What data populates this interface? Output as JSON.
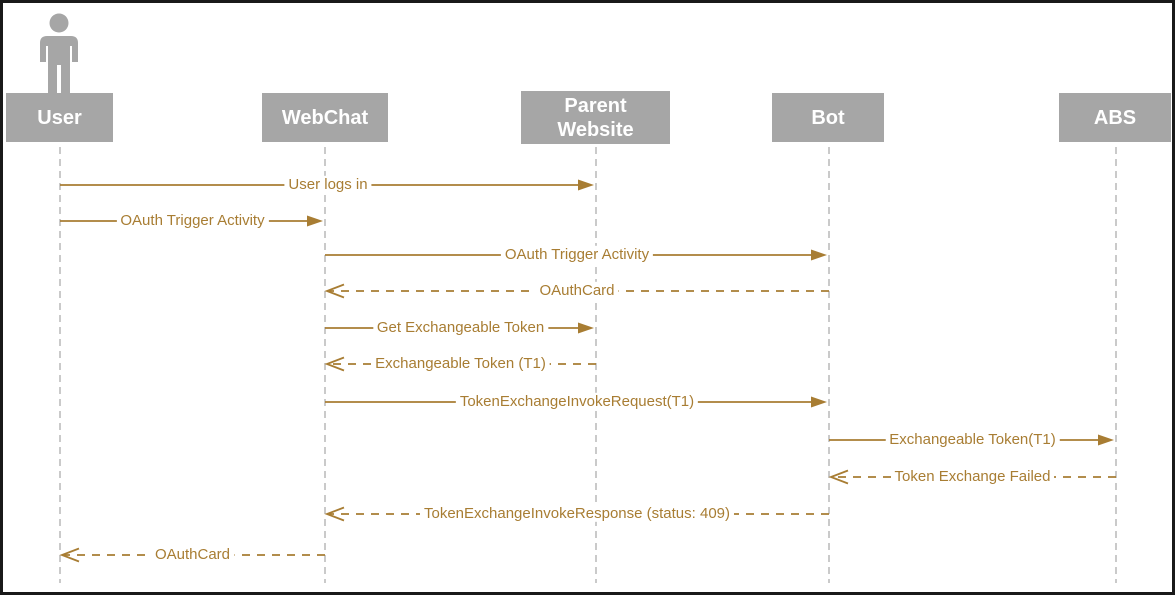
{
  "colors": {
    "arrow": "#a87d33",
    "actor_box": "#a6a6a6",
    "actor_text": "#ffffff",
    "lifeline": "#bdbdbd",
    "frame_border": "#191919",
    "background": "#ffffff"
  },
  "diagram": {
    "type": "sequence-diagram",
    "actors": [
      {
        "id": "user",
        "label": "User",
        "icon": "person-icon"
      },
      {
        "id": "webchat",
        "label": "WebChat"
      },
      {
        "id": "parent",
        "label": "Parent Website"
      },
      {
        "id": "bot",
        "label": "Bot"
      },
      {
        "id": "abs",
        "label": "ABS"
      }
    ],
    "messages": [
      {
        "from": "user",
        "to": "parent",
        "label": "User logs in",
        "line": "solid",
        "arrowhead": "filled"
      },
      {
        "from": "user",
        "to": "webchat",
        "label": "OAuth Trigger Activity",
        "line": "solid",
        "arrowhead": "filled"
      },
      {
        "from": "webchat",
        "to": "bot",
        "label": "OAuth Trigger Activity",
        "line": "solid",
        "arrowhead": "filled"
      },
      {
        "from": "bot",
        "to": "webchat",
        "label": "OAuthCard",
        "line": "dashed",
        "arrowhead": "open"
      },
      {
        "from": "webchat",
        "to": "parent",
        "label": "Get Exchangeable Token",
        "line": "solid",
        "arrowhead": "filled"
      },
      {
        "from": "parent",
        "to": "webchat",
        "label": "Exchangeable Token (T1)",
        "line": "dashed",
        "arrowhead": "open"
      },
      {
        "from": "webchat",
        "to": "bot",
        "label": "TokenExchangeInvokeRequest(T1)",
        "line": "solid",
        "arrowhead": "filled"
      },
      {
        "from": "bot",
        "to": "abs",
        "label": "Exchangeable Token(T1)",
        "line": "solid",
        "arrowhead": "filled"
      },
      {
        "from": "abs",
        "to": "bot",
        "label": "Token Exchange Failed",
        "line": "dashed",
        "arrowhead": "open"
      },
      {
        "from": "bot",
        "to": "webchat",
        "label": "TokenExchangeInvokeResponse (status: 409)",
        "line": "dashed",
        "arrowhead": "open"
      },
      {
        "from": "webchat",
        "to": "user",
        "label": "OAuthCard",
        "line": "dashed",
        "arrowhead": "open"
      }
    ]
  }
}
